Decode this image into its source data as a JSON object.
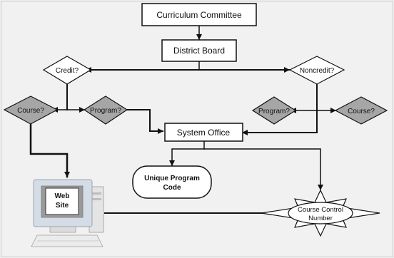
{
  "nodes": {
    "curriculum_committee": {
      "label": "Curriculum Committee"
    },
    "district_board": {
      "label": "District Board"
    },
    "credit": {
      "label": "Credit?"
    },
    "noncredit": {
      "label": "Noncredit?"
    },
    "course_credit": {
      "label": "Course?"
    },
    "program_credit": {
      "label": "Program?"
    },
    "program_noncredit": {
      "label": "Program?"
    },
    "course_noncredit": {
      "label": "Course?"
    },
    "system_office": {
      "label": "System Office"
    },
    "unique_program_code": {
      "line1": "Unique Program",
      "line2": "Code"
    },
    "web_site": {
      "line1": "Web",
      "line2": "Site"
    },
    "course_control_number": {
      "line1": "Course Control",
      "line2": "Number"
    }
  },
  "colors": {
    "background": "#f1f1f1",
    "box_fill": "#ffffff",
    "decision_plain_fill": "#ffffff",
    "decision_shaded_fill": "#a6a6a6",
    "stroke": "#111111",
    "monitor_bezel": "#d4dce6",
    "monitor_screen": "#9a9a9a"
  }
}
